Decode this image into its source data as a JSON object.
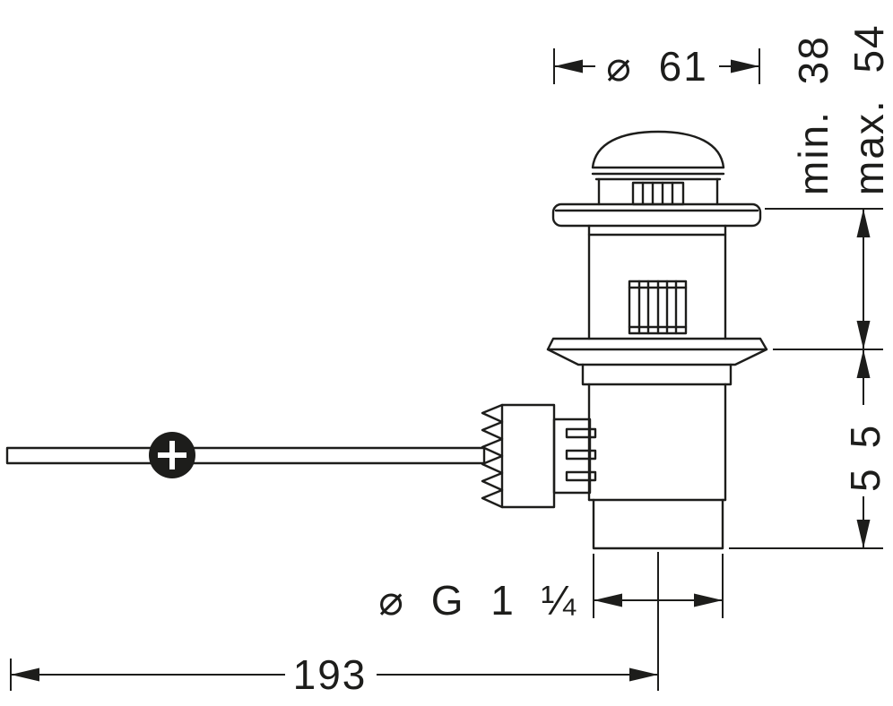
{
  "drawing": {
    "subject": "pop-up waste drain valve with horizontal lever rod, dimensioned technical drawing",
    "line_color": "#1d1d1b",
    "background_color": "#ffffff"
  },
  "dimensions": {
    "flange_diameter": {
      "label": "⌀ 61"
    },
    "min_clamp": {
      "label": "min. 38"
    },
    "max_clamp": {
      "label": "max. 54"
    },
    "lower_height": {
      "label": "55"
    },
    "outlet_thread": {
      "label": "⌀ G 1 ¼"
    },
    "rod_length": {
      "label": "193"
    }
  }
}
